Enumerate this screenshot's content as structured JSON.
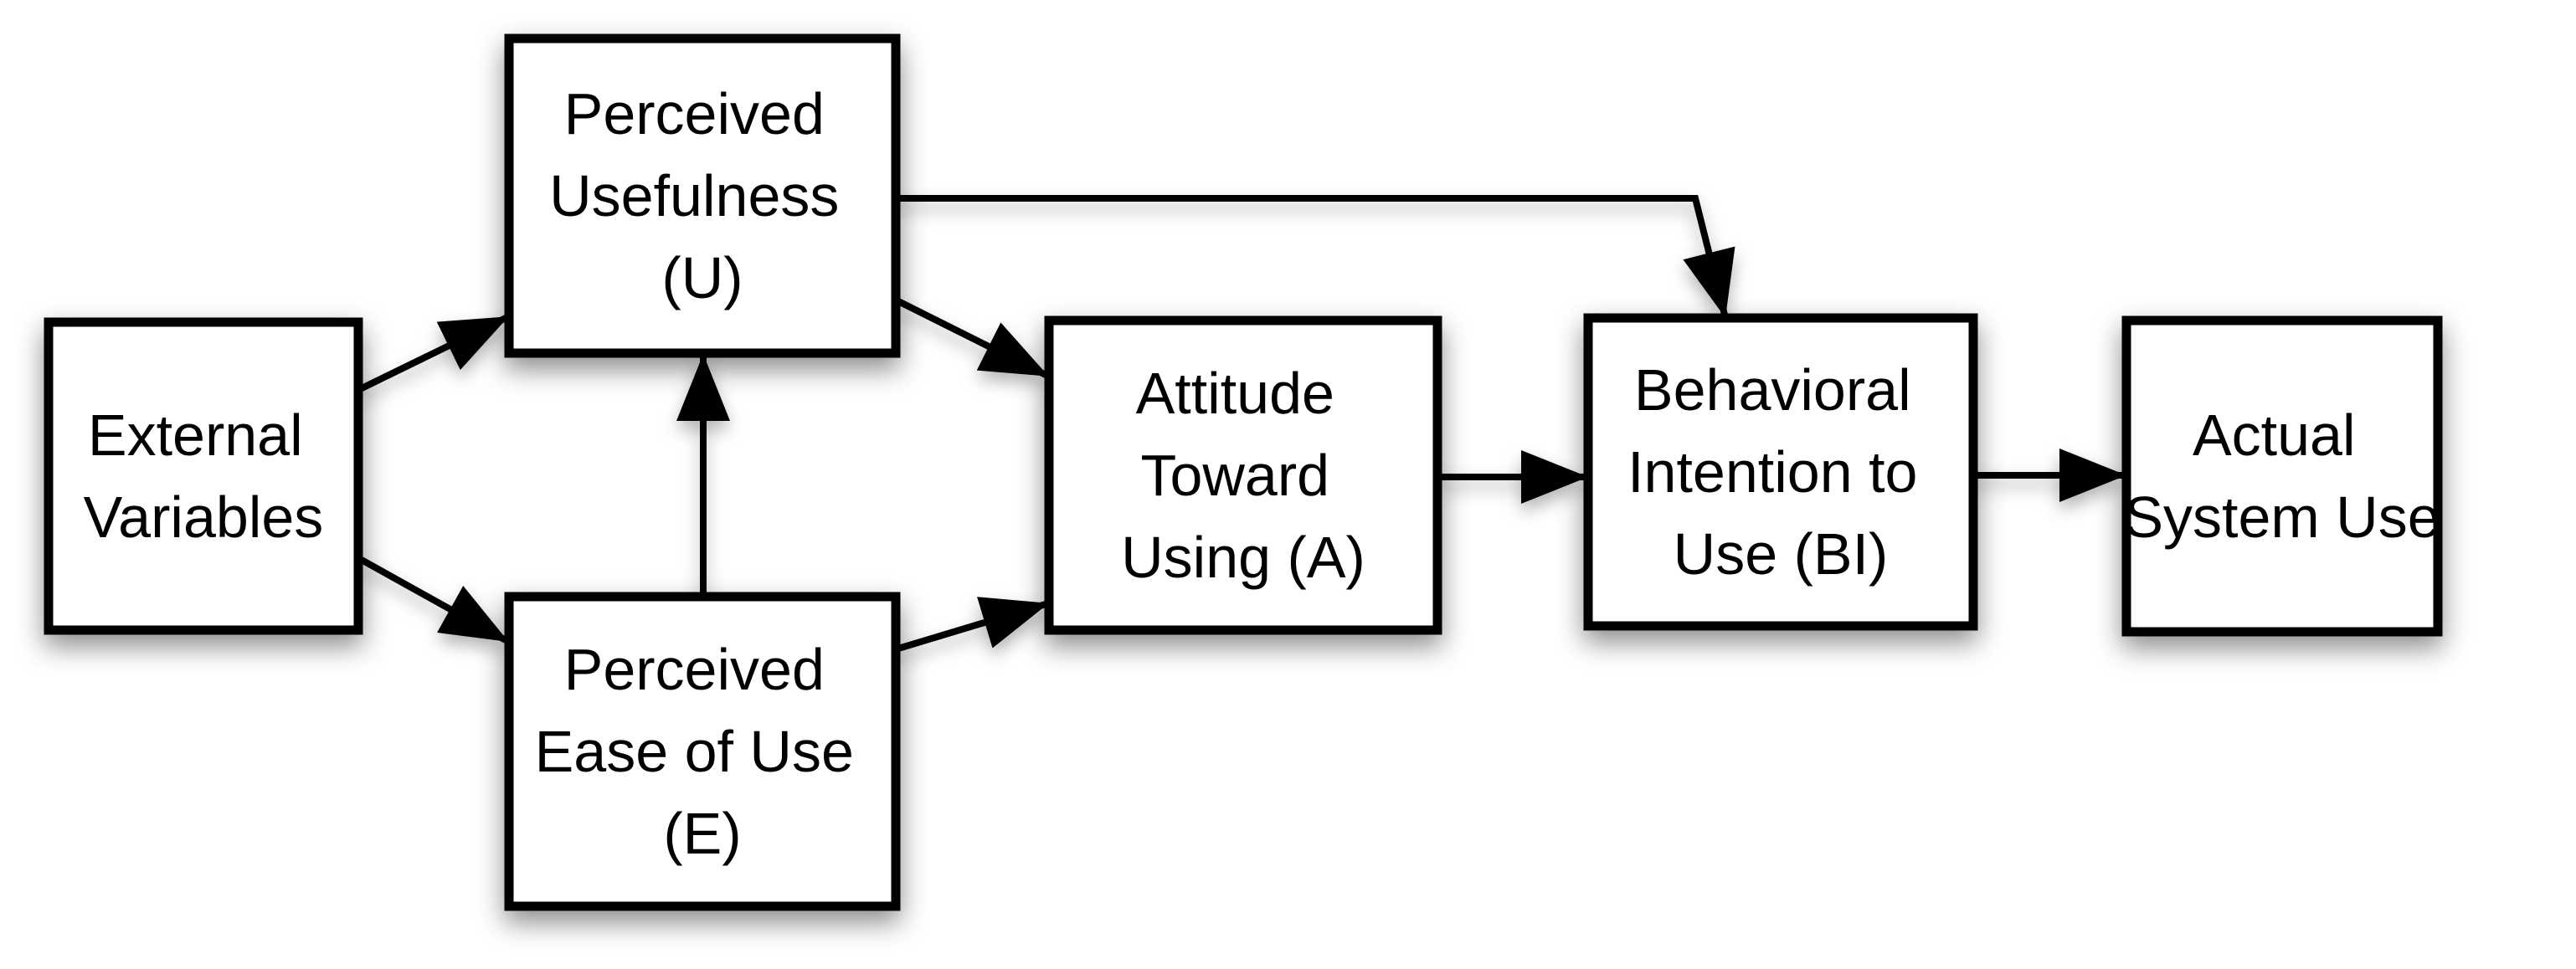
{
  "diagram": {
    "title": "Technology Acceptance Model flow diagram",
    "colors": {
      "background": "#ffffff",
      "node_fill": "#ffffff",
      "node_border": "#000000",
      "arrow": "#000000",
      "text": "#000000"
    },
    "nodes": {
      "external_variables": {
        "label": "External Variables",
        "lines": [
          "External",
          "Variables"
        ]
      },
      "perceived_usefulness": {
        "label": "Perceived Usefulness (U)",
        "lines": [
          "Perceived",
          "Usefulness",
          "(U)"
        ]
      },
      "perceived_ease_of_use": {
        "label": "Perceived Ease of Use (E)",
        "lines": [
          "Perceived",
          "Ease of Use",
          "(E)"
        ]
      },
      "attitude_toward_using": {
        "label": "Attitude Toward Using (A)",
        "lines": [
          "Attitude",
          "Toward",
          "Using (A)"
        ]
      },
      "behavioral_intention": {
        "label": "Behavioral Intention to Use (BI)",
        "lines": [
          "Behavioral",
          "Intention to",
          "Use (BI)"
        ]
      },
      "actual_system_use": {
        "label": "Actual System Use",
        "lines": [
          "Actual",
          "System Use"
        ]
      }
    },
    "edges": [
      {
        "from": "external_variables",
        "to": "perceived_usefulness"
      },
      {
        "from": "external_variables",
        "to": "perceived_ease_of_use"
      },
      {
        "from": "perceived_ease_of_use",
        "to": "perceived_usefulness"
      },
      {
        "from": "perceived_usefulness",
        "to": "attitude_toward_using"
      },
      {
        "from": "perceived_ease_of_use",
        "to": "attitude_toward_using"
      },
      {
        "from": "attitude_toward_using",
        "to": "behavioral_intention"
      },
      {
        "from": "perceived_usefulness",
        "to": "behavioral_intention"
      },
      {
        "from": "behavioral_intention",
        "to": "actual_system_use"
      }
    ]
  }
}
